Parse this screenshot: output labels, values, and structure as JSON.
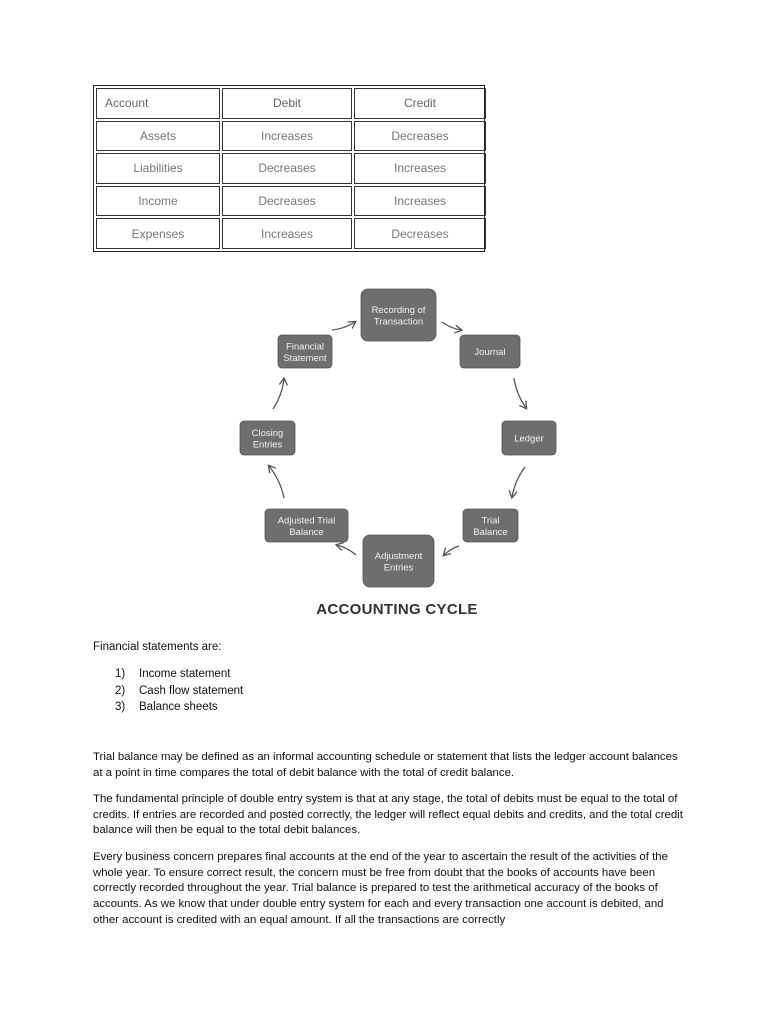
{
  "table": {
    "headers": [
      "Account",
      "Debit",
      "Credit"
    ],
    "rows": [
      [
        "Assets",
        "Increases",
        "Decreases"
      ],
      [
        "Liabilities",
        "Decreases",
        "Increases"
      ],
      [
        "Income",
        "Decreases",
        "Increases"
      ],
      [
        "Expenses",
        "Increases",
        "Decreases"
      ]
    ]
  },
  "cycle": {
    "title": "ACCOUNTING CYCLE",
    "steps": [
      [
        "Recording of",
        "Transaction"
      ],
      [
        "Journal"
      ],
      [
        "Ledger"
      ],
      [
        "Trial",
        "Balance"
      ],
      [
        "Adjustment",
        "Entries"
      ],
      [
        "Adjusted Trial",
        "Balance"
      ],
      [
        "Closing",
        "Entries"
      ],
      [
        "Financial",
        "Statement"
      ]
    ],
    "colors": {
      "box": "#6e6e6e",
      "box_text": "#f2f2f2",
      "arrow": "#555555"
    }
  },
  "intro": "Financial statements are:",
  "statements": [
    {
      "num": "1)",
      "text": "Income statement"
    },
    {
      "num": "2)",
      "text": "Cash flow statement"
    },
    {
      "num": "3)",
      "text": "Balance sheets"
    }
  ],
  "paragraphs": [
    "Trial balance may be defined as an informal accounting schedule or statement that lists the ledger account balances at a point in time compares the total of debit balance with the total of credit balance.",
    "The fundamental principle of double entry system is that at any stage, the total of debits must be equal to the total of credits. If entries are recorded and posted correctly, the ledger will reflect equal debits and credits, and the total credit balance will then be equal to the total debit balances.",
    "Every business concern prepares final accounts at the end of the year to ascertain the result of the activities of the whole year. To ensure correct result, the concern must be free from doubt that the books of accounts have been correctly recorded throughout the year. Trial balance is prepared to test the arithmetical accuracy of the books of accounts. As we know that under double entry system for each and every transaction one account is debited, and other account is credited with an equal amount. If all the transactions are correctly"
  ]
}
